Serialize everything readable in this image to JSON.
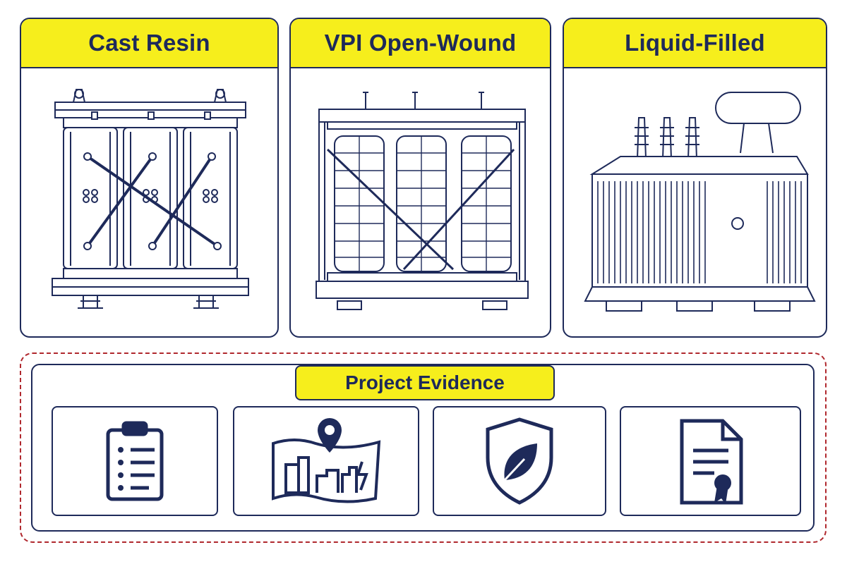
{
  "cards": [
    {
      "title": "Cast Resin",
      "icon": "cast-resin-transformer-icon"
    },
    {
      "title": "VPI Open-Wound",
      "icon": "vpi-open-wound-transformer-icon"
    },
    {
      "title": "Liquid-Filled",
      "icon": "liquid-filled-transformer-icon"
    }
  ],
  "evidence": {
    "title": "Project Evidence",
    "items": [
      {
        "icon": "clipboard-checklist-icon"
      },
      {
        "icon": "site-map-location-icon"
      },
      {
        "icon": "leaf-shield-icon"
      },
      {
        "icon": "certificate-document-icon"
      }
    ]
  },
  "colors": {
    "navy": "#1e2a5a",
    "yellow": "#f6ee1c",
    "dashed_red": "#b0282e"
  }
}
